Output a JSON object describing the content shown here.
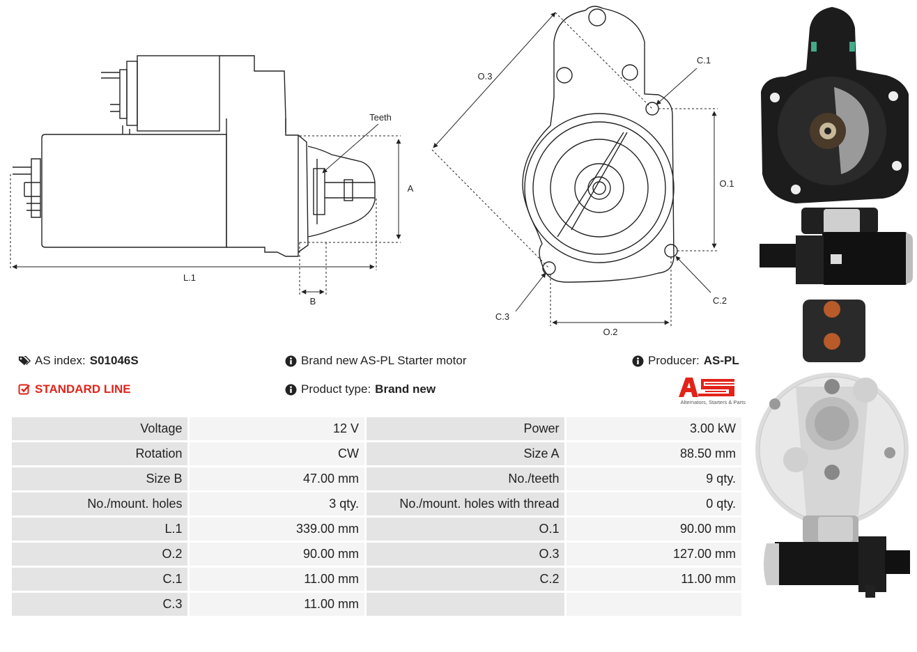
{
  "drawing": {
    "labels": {
      "teeth": "Teeth",
      "a": "A",
      "l1": "L.1",
      "b": "B",
      "o3": "O.3",
      "c1": "C.1",
      "o1": "O.1",
      "c2": "C.2",
      "c3": "C.3",
      "o2": "O.2"
    }
  },
  "info": {
    "index_label": "AS index:",
    "index_value": "S01046S",
    "line_label": "STANDARD LINE",
    "desc_text": "Brand new AS-PL Starter motor",
    "type_label": "Product type:",
    "type_value": "Brand new",
    "producer_label": "Producer:",
    "producer_value": "AS-PL"
  },
  "logo": {
    "text": "AS",
    "sub": "Alternators, Starters & Parts"
  },
  "colors": {
    "accent": "#e2231a",
    "label_cell": "#e4e4e4",
    "value_cell": "#f4f4f4"
  },
  "icons": [
    "tags-icon",
    "check-square-icon",
    "info-circle-icon"
  ],
  "specs": [
    {
      "l1": "Voltage",
      "v1": "12 V",
      "l2": "Power",
      "v2": "3.00 kW"
    },
    {
      "l1": "Rotation",
      "v1": "CW",
      "l2": "Size A",
      "v2": "88.50 mm"
    },
    {
      "l1": "Size B",
      "v1": "47.00 mm",
      "l2": "No./teeth",
      "v2": "9 qty."
    },
    {
      "l1": "No./mount. holes",
      "v1": "3 qty.",
      "l2": "No./mount. holes with thread",
      "v2": "0 qty."
    },
    {
      "l1": "L.1",
      "v1": "339.00 mm",
      "l2": "O.1",
      "v2": "90.00 mm"
    },
    {
      "l1": "O.2",
      "v1": "90.00 mm",
      "l2": "O.3",
      "v2": "127.00 mm"
    },
    {
      "l1": "C.1",
      "v1": "11.00 mm",
      "l2": "C.2",
      "v2": "11.00 mm"
    },
    {
      "l1": "C.3",
      "v1": "11.00 mm",
      "l2": "",
      "v2": ""
    }
  ]
}
